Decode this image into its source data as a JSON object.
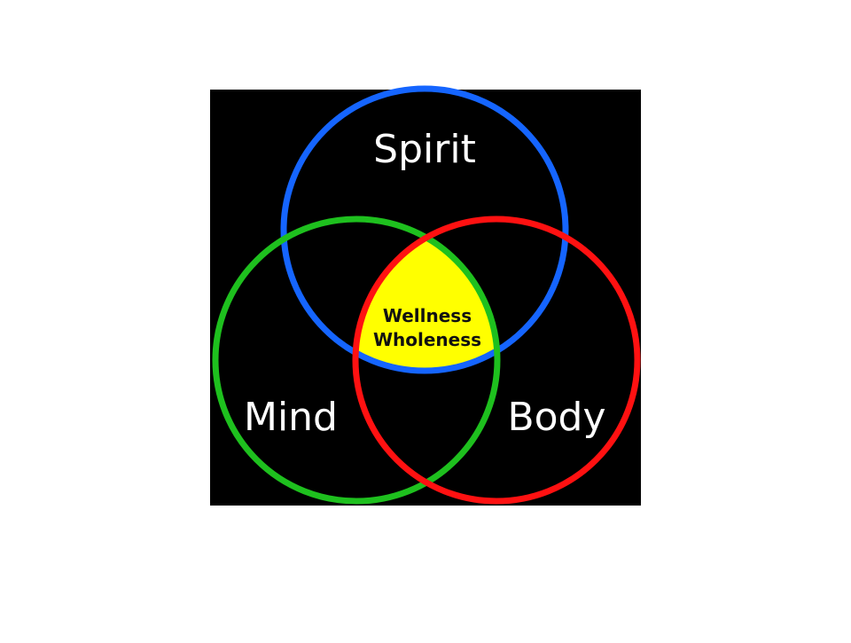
{
  "diagram": {
    "circles": {
      "spirit": {
        "label": "Spirit",
        "color": "#1565ff"
      },
      "mind": {
        "label": "Mind",
        "color": "#1ec01e"
      },
      "body": {
        "label": "Body",
        "color": "#ff1111"
      }
    },
    "center": {
      "line1": "Wellness",
      "line2": "Wholeness",
      "fill": "#ffff00"
    },
    "background": "#000000"
  }
}
